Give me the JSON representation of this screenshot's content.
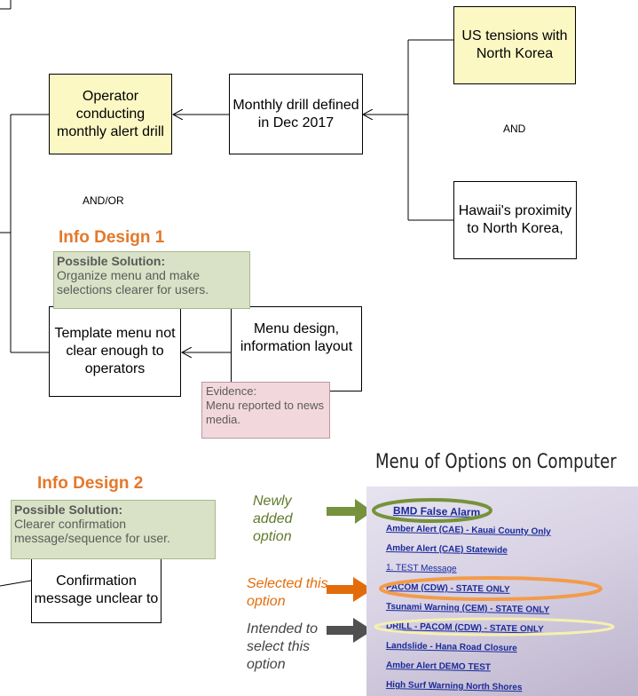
{
  "boxes": {
    "us_tensions": "US tensions with North Korea",
    "operator": "Operator conducting monthly alert drill",
    "monthly_drill": "Monthly drill defined in Dec 2017",
    "hawaii": "Hawaii's proximity to North Korea,",
    "template_menu": "Template menu not clear enough to operators",
    "menu_design": "Menu design, information layout",
    "confirmation": "Confirmation message unclear to"
  },
  "labels": {
    "and": "AND",
    "and_or": "AND/OR"
  },
  "info_design_1": {
    "title": "Info Design 1",
    "solution_head": "Possible Solution:",
    "solution_text": "Organize menu and make selections clearer for users.",
    "evidence_head": "Evidence:",
    "evidence_text": "Menu reported to news media."
  },
  "info_design_2": {
    "title": "Info Design 2",
    "solution_head": "Possible Solution:",
    "solution_text": "Clearer confirmation message/sequence for user."
  },
  "photo": {
    "title": "Menu of Options on Computer",
    "annotations": {
      "newly_added": "Newly added option",
      "selected": "Selected this option",
      "intended": "Intended to select this option"
    },
    "menu_items": [
      "BMD False Alarm",
      "Amber Alert (CAE) - Kauai County Only",
      "Amber Alert (CAE) Statewide",
      "1. TEST Message",
      "PACOM (CDW) - STATE ONLY",
      "Tsunami Warning (CEM) - STATE ONLY",
      "DRILL - PACOM (CDW) - STATE ONLY",
      "Landslide - Hana Road Closure",
      "Amber Alert DEMO TEST",
      "High Surf Warning North Shores"
    ]
  },
  "colors": {
    "green_arrow": "#76923c",
    "orange_arrow": "#e36c0a",
    "gray_arrow": "#505050",
    "yellow_fill": "#fcf8c4"
  }
}
